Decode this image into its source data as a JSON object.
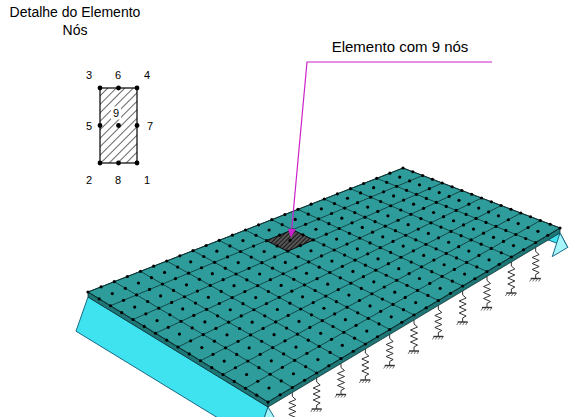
{
  "diagram": {
    "title": "Detalhe do Elemento Nós",
    "labels": [
      "3",
      "6",
      "4",
      "5",
      "9",
      "7",
      "2",
      "8",
      "1",
      "Elemento com 9 nós"
    ]
  }
}
